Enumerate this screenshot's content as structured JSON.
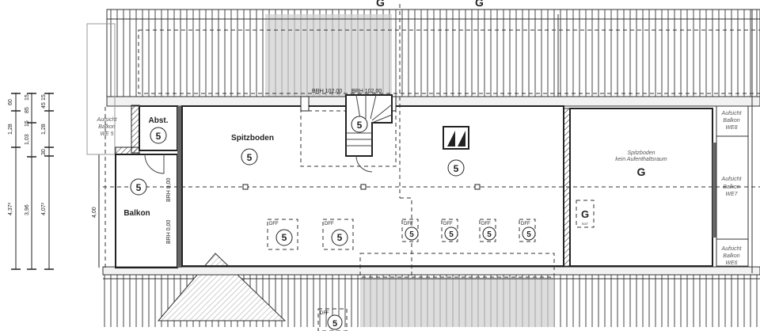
{
  "dimensions": {
    "col1": [
      "60",
      "1,28",
      "4,37²"
    ],
    "col2": [
      "15",
      "85",
      "15",
      "1,03",
      "3,96"
    ],
    "col3": [
      "15",
      "45",
      "1,28",
      "30",
      "4,07²"
    ],
    "balkon_height": "4,00"
  },
  "rooms": {
    "aufsicht_we5": [
      "Aufsicht",
      "Balkon",
      "WE 5"
    ],
    "abst": {
      "label": "Abst.",
      "zone": "5"
    },
    "balkon": {
      "label": "Balkon",
      "zone": "5"
    },
    "spitzboden": {
      "label": "Spitzboden",
      "zone": "5"
    },
    "stair_zone": "5",
    "center_zone": "5",
    "right_room": {
      "line1": "Spitzboden",
      "line2": "kein Aufenthaltsraum",
      "zone": "G"
    },
    "right_small": {
      "zone": "G",
      "sub": "SGT"
    },
    "aufsicht_we8": [
      "Aufsicht",
      "Balkon",
      "WE8"
    ],
    "aufsicht_we7": [
      "Aufsicht",
      "Balkon",
      "WE7"
    ],
    "aufsicht_we6": [
      "Aufsicht",
      "Balkon",
      "WE6"
    ]
  },
  "brh": {
    "top_left": "BRH 102,00",
    "top_right": "BRH 102,00",
    "side1": "BRH 0,00",
    "side2": "BRH 0,00"
  },
  "windows": [
    {
      "label": "DFF",
      "zone": "5"
    },
    {
      "label": "DFF",
      "zone": "5"
    },
    {
      "label": "DFF",
      "zone": "5"
    },
    {
      "label": "DFF",
      "zone": "5"
    },
    {
      "label": "DFF",
      "zone": "5"
    },
    {
      "label": "DFF",
      "zone": "5"
    }
  ],
  "bottom_window": {
    "label": "DFF",
    "zone": "5"
  },
  "top_marks": [
    "G",
    "G"
  ]
}
